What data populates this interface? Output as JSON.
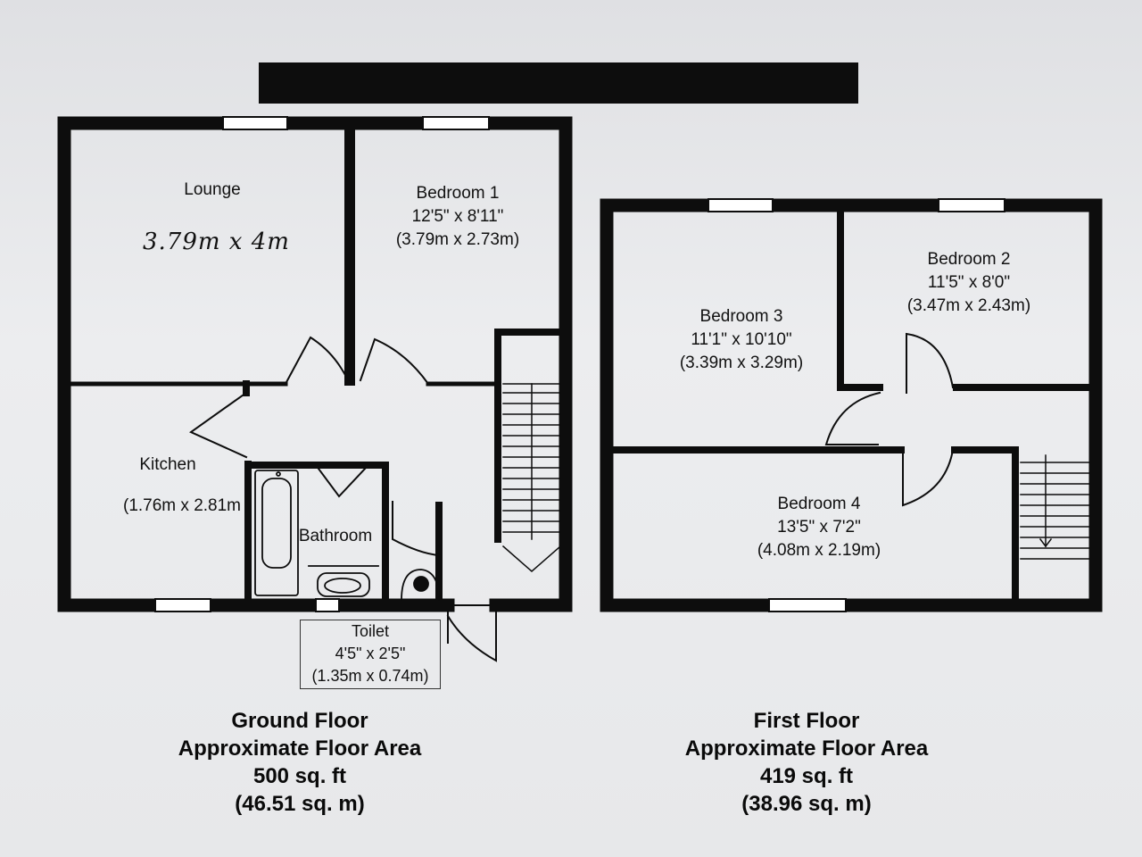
{
  "rooms": {
    "lounge": {
      "name": "Lounge",
      "handwritten": "3.79m x 4m"
    },
    "bedroom1": {
      "name": "Bedroom 1",
      "imperial": "12'5\" x 8'11\"",
      "metric": "(3.79m x 2.73m)"
    },
    "kitchen": {
      "name": "Kitchen",
      "metric": "(1.76m x 2.81m"
    },
    "bathroom": {
      "name": "Bathroom"
    },
    "toilet": {
      "name": "Toilet",
      "imperial": "4'5\" x 2'5\"",
      "metric": "(1.35m x 0.74m)"
    },
    "bedroom2": {
      "name": "Bedroom 2",
      "imperial": "11'5\" x 8'0\"",
      "metric": "(3.47m x 2.43m)"
    },
    "bedroom3": {
      "name": "Bedroom 3",
      "imperial": "11'1\" x 10'10\"",
      "metric": "(3.39m x 3.29m)"
    },
    "bedroom4": {
      "name": "Bedroom 4",
      "imperial": "13'5\" x 7'2\"",
      "metric": "(4.08m x 2.19m)"
    }
  },
  "floors": {
    "ground": {
      "title": "Ground Floor",
      "subtitle": "Approximate Floor Area",
      "area_imperial": "500 sq. ft",
      "area_metric": "(46.51 sq. m)"
    },
    "first": {
      "title": "First Floor",
      "subtitle": "Approximate Floor Area",
      "area_imperial": "419 sq. ft",
      "area_metric": "(38.96 sq. m)"
    }
  },
  "colors": {
    "wall": "#0d0d0d",
    "background": "#e6e7e9"
  }
}
